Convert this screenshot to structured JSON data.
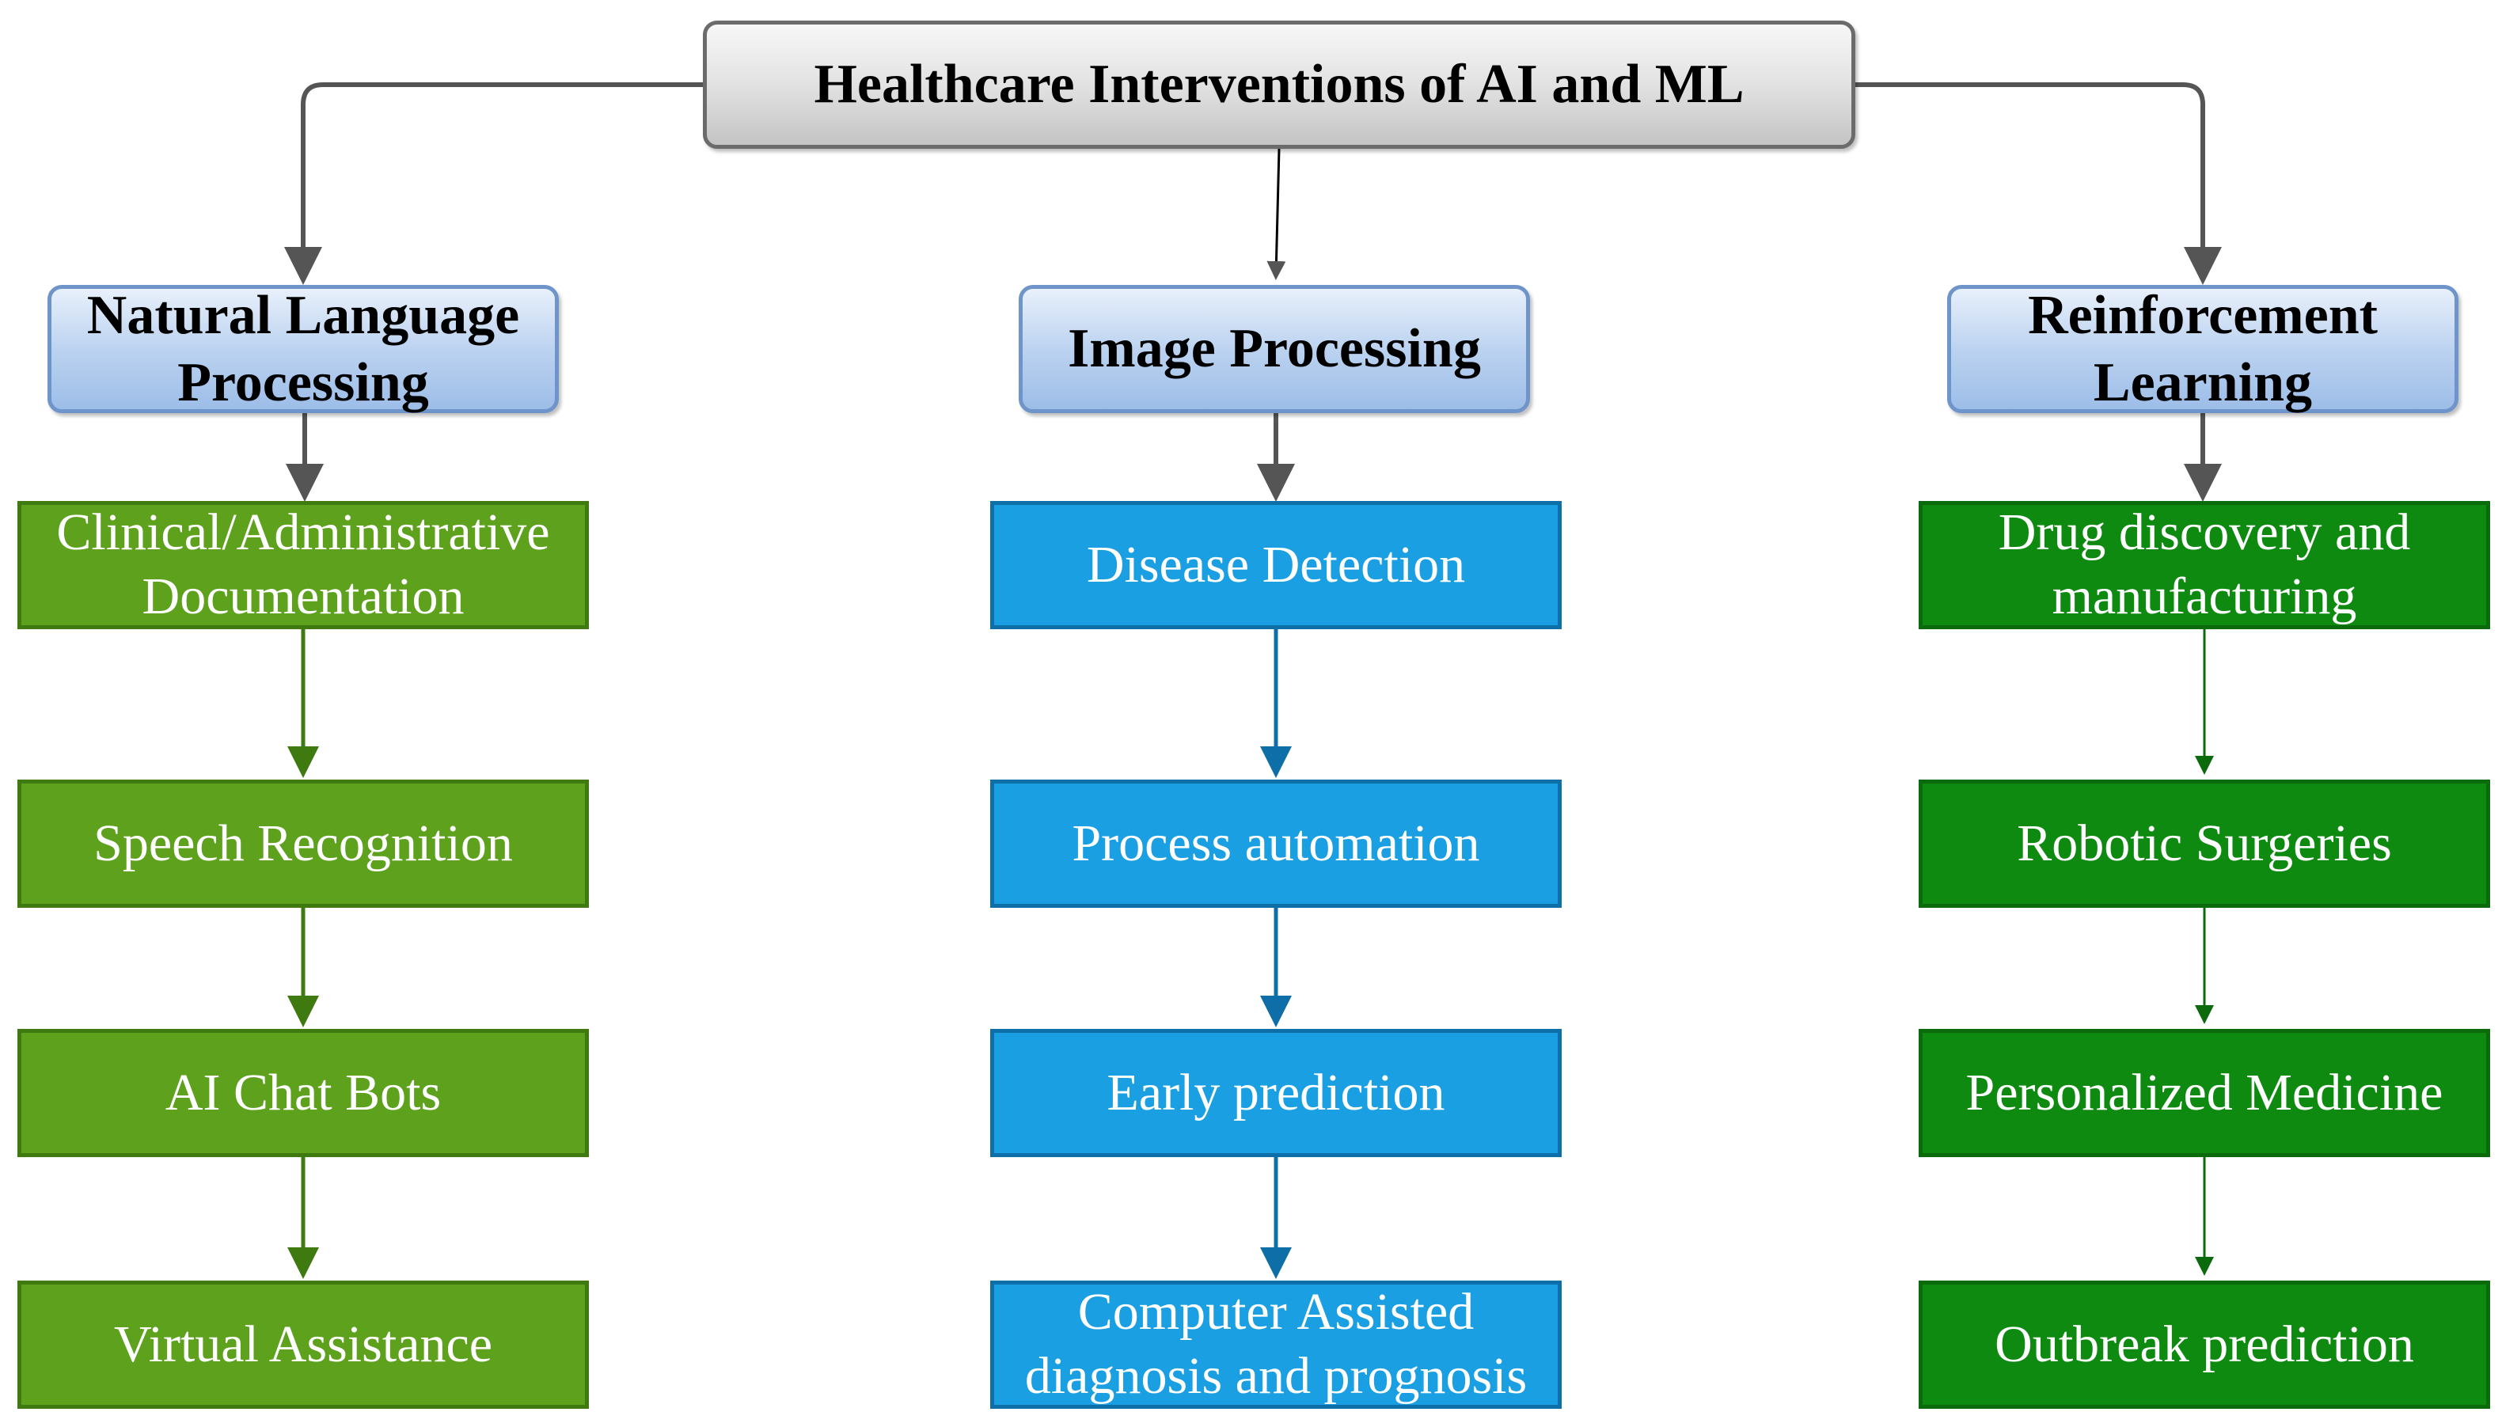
{
  "root": {
    "label": "Healthcare Interventions of AI and ML"
  },
  "categories": [
    {
      "label": "Natural Language Processing",
      "items": [
        "Clinical/Administrative Documentation",
        "Speech Recognition",
        "AI Chat Bots",
        "Virtual Assistance"
      ]
    },
    {
      "label": "Image Processing",
      "items": [
        "Disease Detection",
        "Process automation",
        "Early prediction",
        "Computer Assisted diagnosis and prognosis"
      ]
    },
    {
      "label": "Reinforcement Learning",
      "items": [
        "Drug discovery and manufacturing",
        "Robotic Surgeries",
        "Personalized Medicine",
        "Outbreak prediction"
      ]
    }
  ],
  "colors": {
    "root_fill": "#d9d9d9",
    "category_fill": "#bcd3f0",
    "nlp_fill": "#5da11d",
    "image_fill": "#1a9fe2",
    "rl_fill": "#0f8a11",
    "connector_top": "#555555",
    "connector_nlp": "#3e7a10",
    "connector_image": "#0e6fa8",
    "connector_rl": "#0b6a0c"
  }
}
